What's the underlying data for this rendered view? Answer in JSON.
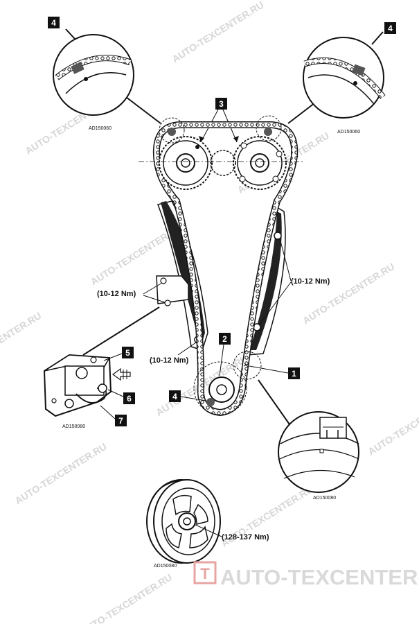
{
  "callouts": {
    "c1": "1",
    "c2": "2",
    "c3": "3",
    "c4a": "4",
    "c4b": "4",
    "c4c": "4",
    "c5": "5",
    "c6": "6",
    "c7": "7"
  },
  "torques": {
    "tensioner_bolts": "(10-12 Nm)",
    "guide_left": "(10-12 Nm)",
    "guide_right": "(10-12 Nm)",
    "pulley_bolt": "(128-137 Nm)"
  },
  "figure_codes": {
    "detail_left": "AD150060",
    "detail_right": "AD150060",
    "tensioner": "AD150080",
    "crank_mark": "AD150080",
    "pulley": "AD150080"
  },
  "watermark": {
    "text": "AUTO-TEXCENTER.RU",
    "brand": "AUTO-TEXCENTER.RU"
  },
  "colors": {
    "ink": "#111111",
    "watermark": "#d6d6d6",
    "logo_red": "#d9534f"
  }
}
